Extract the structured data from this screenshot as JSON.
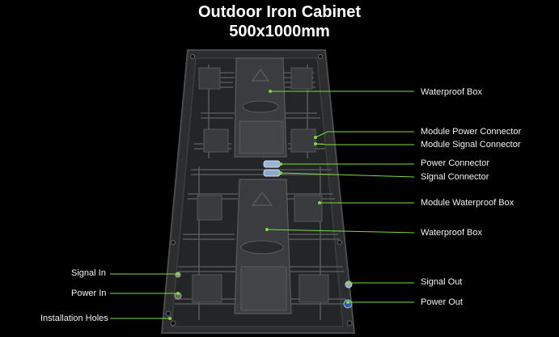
{
  "title": "Outdoor Iron Cabinet",
  "subtitle": "500x1000mm",
  "labels": {
    "waterproof_box_top": "Waterproof Box",
    "module_power_connector": "Module Power Connector",
    "module_signal_connector": "Module Signal Connector",
    "power_connector": "Power Connector",
    "signal_connector": "Signal Connector",
    "module_waterproof_box": "Module Waterproof Box",
    "waterproof_box_bottom": "Waterproof Box",
    "signal_in": "Signal In",
    "power_in": "Power In",
    "installation_holes": "Installation Holes",
    "signal_out": "Signal Out",
    "power_out": "Power Out"
  },
  "colors": {
    "background": "#000000",
    "leader_line": "#7cdc3c",
    "cabinet": "#2e2f31"
  }
}
